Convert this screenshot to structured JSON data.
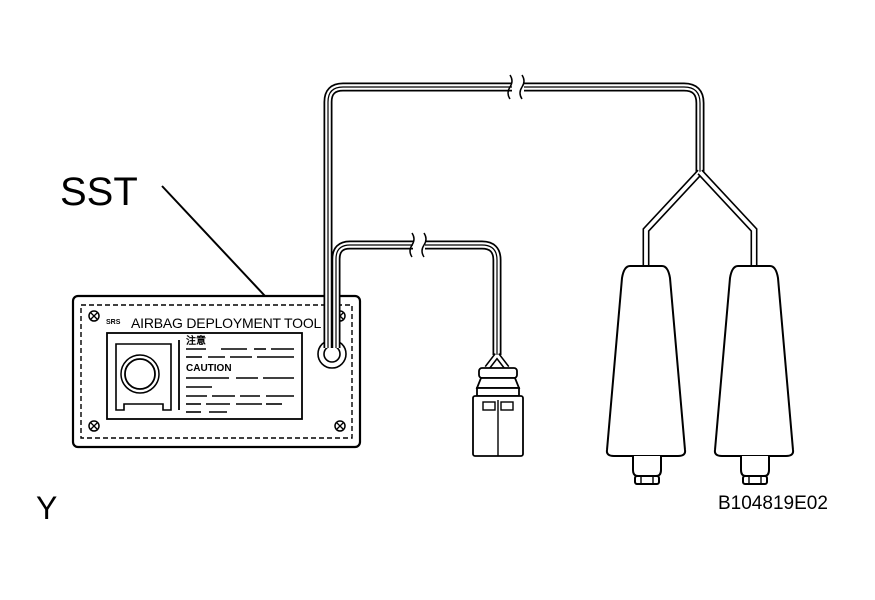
{
  "labels": {
    "sst": "SST",
    "view": "Y",
    "figure_id": "B104819E02"
  },
  "tool": {
    "brand": "SRS",
    "title": "AIRBAG DEPLOYMENT TOOL",
    "japanese_heading": "注意",
    "caution": "CAUTION"
  }
}
